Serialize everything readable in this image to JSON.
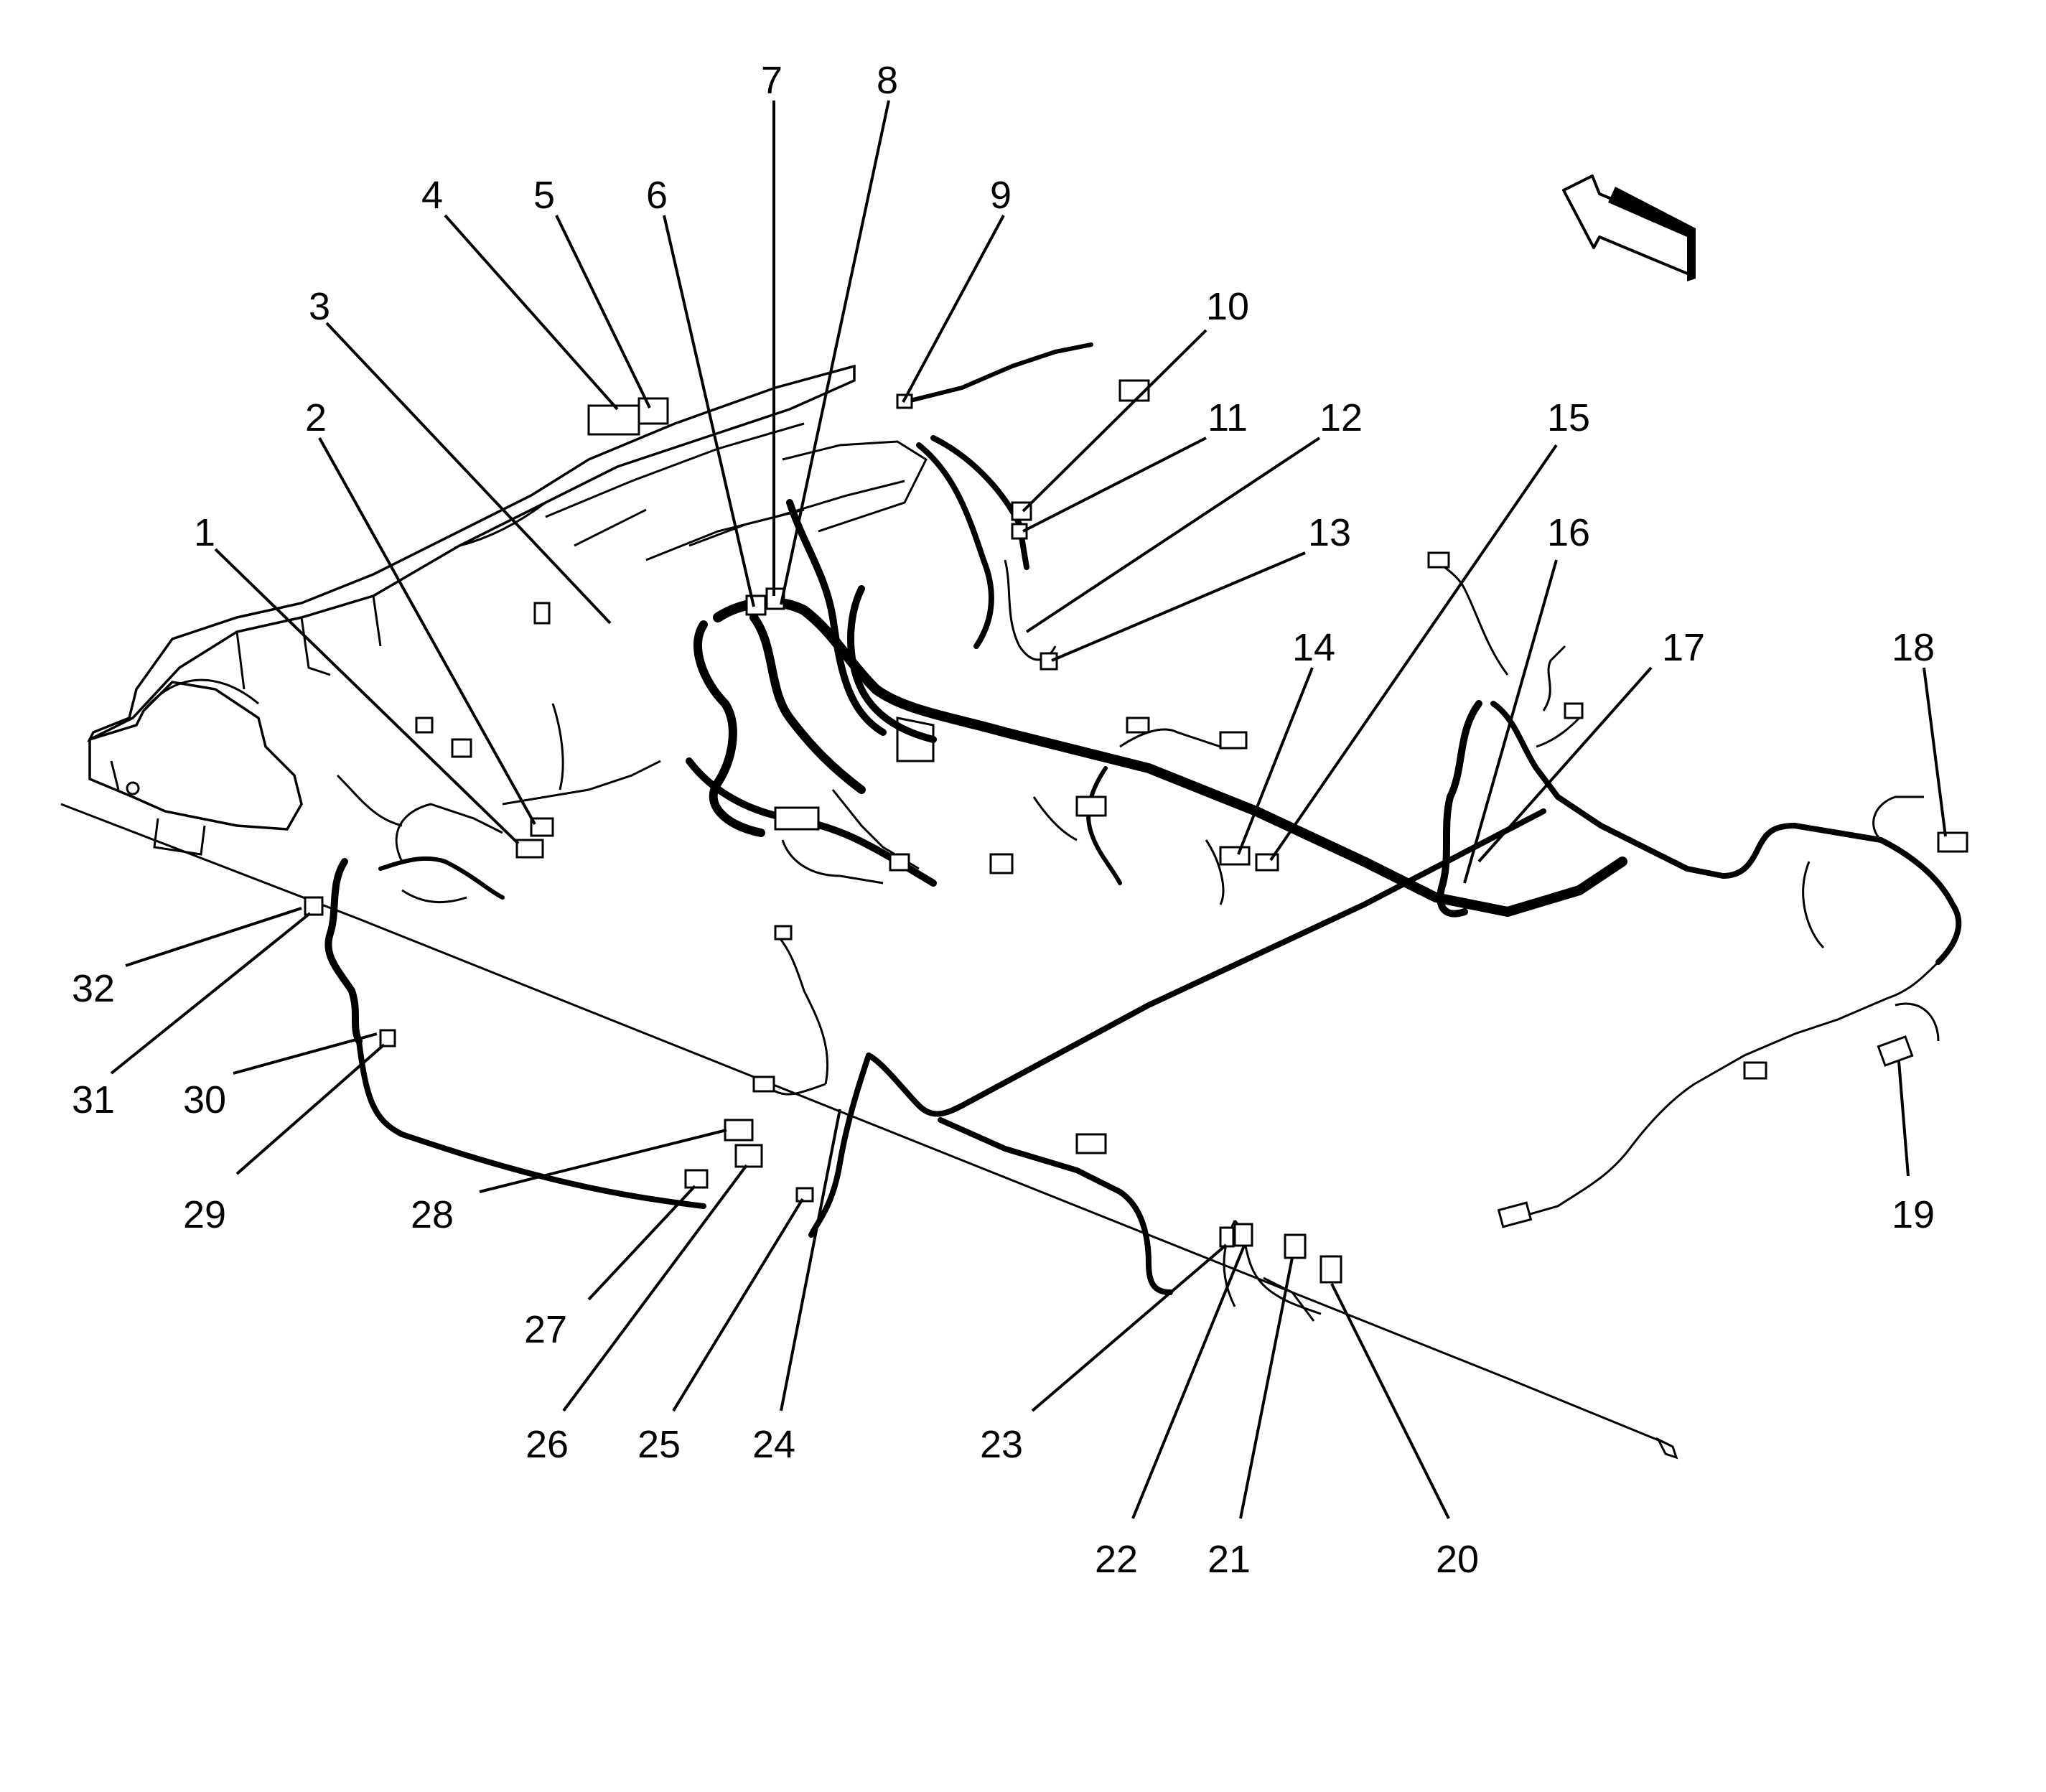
{
  "callouts": [
    {
      "id": "1",
      "label": "1"
    },
    {
      "id": "2",
      "label": "2"
    },
    {
      "id": "3",
      "label": "3"
    },
    {
      "id": "4",
      "label": "4"
    },
    {
      "id": "5",
      "label": "5"
    },
    {
      "id": "6",
      "label": "6"
    },
    {
      "id": "7",
      "label": "7"
    },
    {
      "id": "8",
      "label": "8"
    },
    {
      "id": "9",
      "label": "9"
    },
    {
      "id": "10",
      "label": "10"
    },
    {
      "id": "11",
      "label": "11"
    },
    {
      "id": "12",
      "label": "12"
    },
    {
      "id": "13",
      "label": "13"
    },
    {
      "id": "14",
      "label": "14"
    },
    {
      "id": "15",
      "label": "15"
    },
    {
      "id": "16",
      "label": "16"
    },
    {
      "id": "17",
      "label": "17"
    },
    {
      "id": "18",
      "label": "18"
    },
    {
      "id": "19",
      "label": "19"
    },
    {
      "id": "20",
      "label": "20"
    },
    {
      "id": "21",
      "label": "21"
    },
    {
      "id": "22",
      "label": "22"
    },
    {
      "id": "23",
      "label": "23"
    },
    {
      "id": "24",
      "label": "24"
    },
    {
      "id": "25",
      "label": "25"
    },
    {
      "id": "26",
      "label": "26"
    },
    {
      "id": "27",
      "label": "27"
    },
    {
      "id": "28",
      "label": "28"
    },
    {
      "id": "29",
      "label": "29"
    },
    {
      "id": "30",
      "label": "30"
    },
    {
      "id": "31",
      "label": "31"
    },
    {
      "id": "32",
      "label": "32"
    }
  ],
  "icons": {
    "direction": "forward-arrow-icon"
  }
}
